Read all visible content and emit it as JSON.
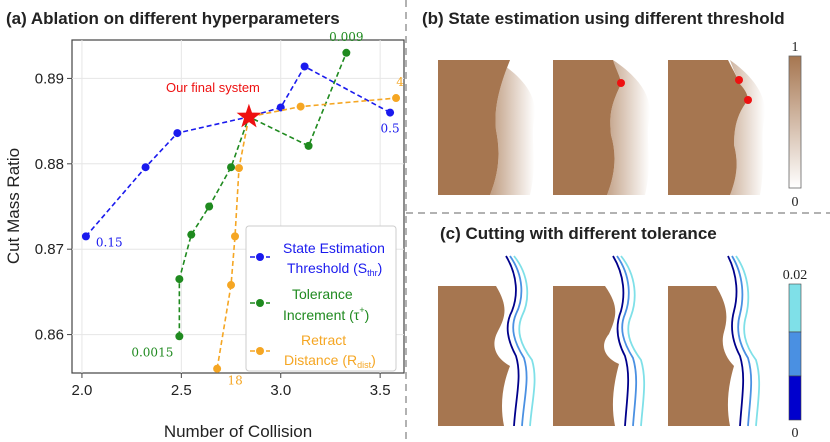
{
  "panels": {
    "a": {
      "title": "(a) Ablation on different hyperparameters"
    },
    "b": {
      "title": "(b) State estimation using different threshold"
    },
    "c": {
      "title": "(c) Cutting with different tolerance"
    }
  },
  "colorbars": {
    "b": {
      "top_label": "1",
      "bottom_label": "0"
    },
    "c": {
      "top_label": "0.02",
      "bottom_label": "0"
    }
  },
  "colors": {
    "blue": "#1a1aee",
    "green": "#1f8a1f",
    "orange": "#f5a623",
    "star": "#ee1111",
    "flesh": "#a67650",
    "cut_dark": "#00008b",
    "cut_mid": "#4a90e2",
    "cut_light": "#7fe0e8"
  },
  "chart_data": {
    "type": "line",
    "xlabel": "Number of Collision",
    "ylabel": "Cut Mass Ratio",
    "xlim": [
      1.95,
      3.62
    ],
    "ylim": [
      0.8555,
      0.8945
    ],
    "xticks": [
      "2.0",
      "2.5",
      "3.0",
      "3.5"
    ],
    "yticks": [
      "0.86",
      "0.87",
      "0.88",
      "0.89"
    ],
    "grid": true,
    "legend_position": "lower-right",
    "series": [
      {
        "name": "State Estimation Threshold (Sthr)",
        "legend_line1": "State Estimation",
        "legend_line2": "Threshold (S",
        "legend_sub": "thr",
        "legend_tail": ")",
        "color": "#1a1aee",
        "style": "dashed",
        "points": [
          [
            2.02,
            0.8715
          ],
          [
            2.32,
            0.8796
          ],
          [
            2.48,
            0.8836
          ],
          [
            2.84,
            0.8855
          ],
          [
            3.0,
            0.8866
          ],
          [
            3.12,
            0.8914
          ],
          [
            3.55,
            0.886
          ]
        ],
        "labels": [
          {
            "text": "0.15",
            "x": 2.02,
            "y": 0.8715
          },
          {
            "text": "0.5",
            "x": 3.55,
            "y": 0.886
          }
        ]
      },
      {
        "name": "Tolerance Increment (τ+)",
        "legend_line1": "Tolerance",
        "legend_line2": "Increment (τ",
        "legend_sup": "+",
        "legend_tail": ")",
        "color": "#1f8a1f",
        "style": "dashed",
        "points": [
          [
            2.49,
            0.8598
          ],
          [
            2.49,
            0.8665
          ],
          [
            2.55,
            0.8717
          ],
          [
            2.64,
            0.875
          ],
          [
            2.75,
            0.8796
          ],
          [
            2.84,
            0.8855
          ],
          [
            3.14,
            0.8821
          ],
          [
            3.33,
            0.893
          ]
        ],
        "labels": [
          {
            "text": "0.0015",
            "x": 2.49,
            "y": 0.8598
          },
          {
            "text": "0.009",
            "x": 3.33,
            "y": 0.893
          }
        ]
      },
      {
        "name": "Retract Distance (Rdist)",
        "legend_line1": "Retract",
        "legend_line2": "Distance (R",
        "legend_sub": "dist",
        "legend_tail": ")",
        "color": "#f5a623",
        "style": "dashed",
        "points": [
          [
            2.68,
            0.856
          ],
          [
            2.75,
            0.8658
          ],
          [
            2.77,
            0.8715
          ],
          [
            2.79,
            0.8795
          ],
          [
            2.84,
            0.8855
          ],
          [
            3.1,
            0.8867
          ],
          [
            3.58,
            0.8877
          ]
        ],
        "labels": [
          {
            "text": "18",
            "x": 2.68,
            "y": 0.856
          },
          {
            "text": "4",
            "x": 3.58,
            "y": 0.8877
          }
        ]
      }
    ],
    "annotations": [
      {
        "text": "Our final system",
        "x": 2.84,
        "y": 0.8855,
        "marker": "star",
        "color": "#ee1111"
      }
    ]
  }
}
